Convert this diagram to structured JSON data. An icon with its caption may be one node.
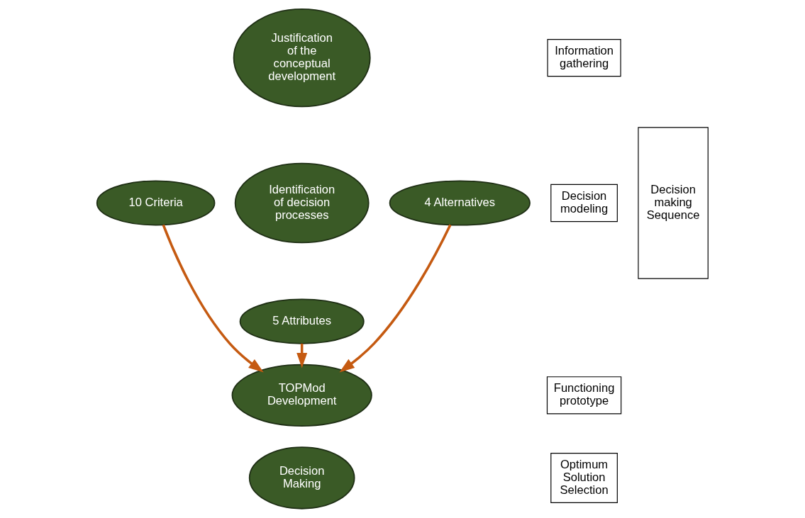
{
  "diagram": {
    "nodes": [
      {
        "text": [
          "Justification of the conceptual development"
        ]
      },
      {
        "text": [
          "10 Criteria"
        ]
      },
      {
        "text": [
          "Identification of decision processes"
        ]
      },
      {
        "text": [
          "4 Alternatives"
        ]
      },
      {
        "text": [
          "5 Attributes"
        ]
      },
      {
        "text": [
          "TOPMod Development"
        ]
      },
      {
        "text": [
          "Decision Making"
        ]
      },
      {
        "text": [
          "Information gathering"
        ]
      },
      {
        "text": [
          "Decision modeling"
        ]
      },
      {
        "text": [
          "Functioning prototype"
        ]
      },
      {
        "text": [
          "Optimum Solution Selection"
        ]
      },
      {
        "text": [
          "Decision making Sequence"
        ]
      }
    ],
    "edges": [
      {
        "from": 1,
        "to": 5,
        "arrow": "to"
      },
      {
        "from": 4,
        "to": 5,
        "arrow": "to"
      },
      {
        "from": 3,
        "to": 5,
        "arrow": "to"
      }
    ]
  }
}
